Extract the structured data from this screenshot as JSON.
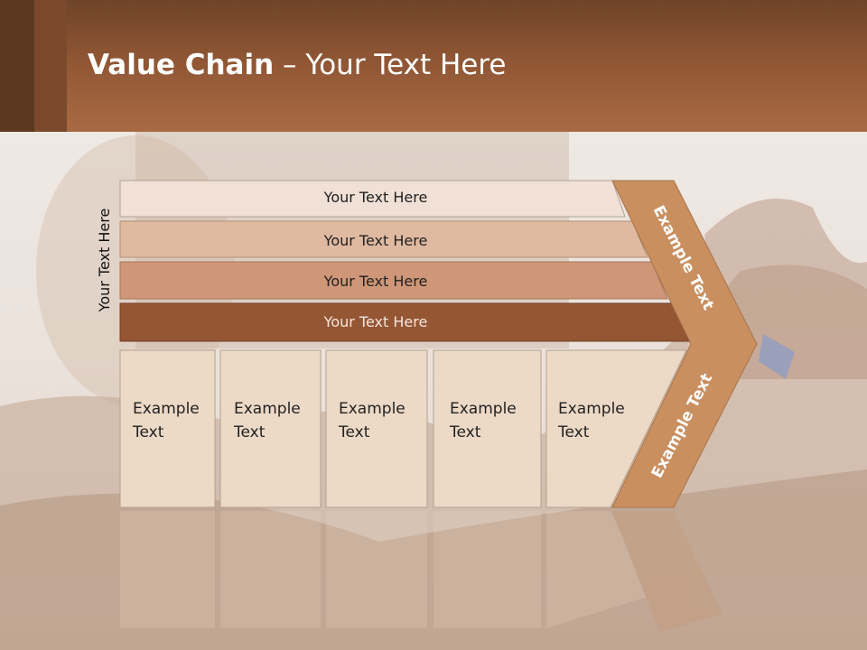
{
  "title": {
    "bold": "Value Chain",
    "rest": " – Your Text Here"
  },
  "side_label": "Your Text Here",
  "bands": [
    "Your Text Here",
    "Your Text Here",
    "Your Text Here",
    "Your Text Here"
  ],
  "boxes": [
    {
      "line1": "Example",
      "line2": "Text"
    },
    {
      "line1": "Example",
      "line2": "Text"
    },
    {
      "line1": "Example",
      "line2": "Text"
    },
    {
      "line1": "Example",
      "line2": "Text"
    },
    {
      "line1": "Example",
      "line2": "Text"
    }
  ],
  "chevron_upper": "Example Text",
  "chevron_lower": "Example Text",
  "colors": {
    "band1": "#f0e0d6",
    "band2": "#e0b9a1",
    "band3": "#cf9677",
    "band4": "#955634",
    "box": "#ecd9c6",
    "chevron": "#c98f5f",
    "header": "#8f5634"
  }
}
